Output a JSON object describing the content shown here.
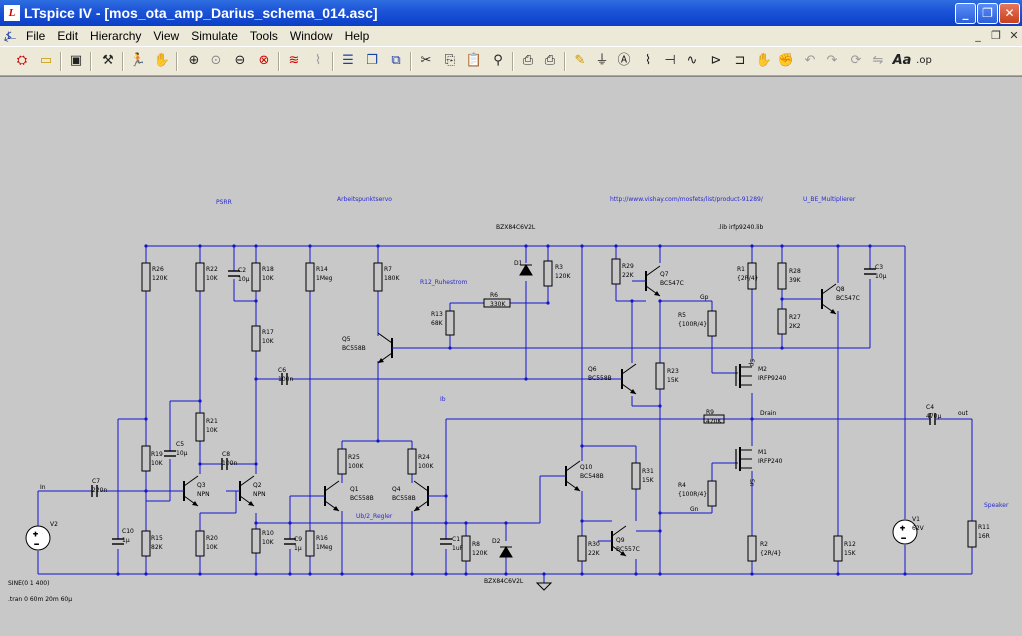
{
  "window": {
    "title": "LTspice IV - [mos_ota_amp_Darius_schema_014.asc]",
    "minimize": "_",
    "maximize": "❐",
    "close": "✕"
  },
  "menu": [
    "File",
    "Edit",
    "Hierarchy",
    "View",
    "Simulate",
    "Tools",
    "Window",
    "Help"
  ],
  "mdi_controls": [
    "_",
    "❐",
    "✕"
  ],
  "toolbar_icons": [
    "open-icon",
    "folder-icon",
    "save-icon",
    "hammer-icon",
    "run-icon",
    "halt-icon",
    "zoom-in-icon",
    "zoom-pan-icon",
    "zoom-out-icon",
    "zoom-cancel-icon",
    "autorange-icon",
    "wire-wave-icon",
    "tile-horizontal-icon",
    "cascade-icon",
    "tile-icon",
    "cut-icon",
    "copy-icon",
    "paste-icon",
    "find-icon",
    "print-preview-icon",
    "print-icon",
    "pencil-icon",
    "ground-icon",
    "label-icon",
    "resistor-icon",
    "capacitor-icon",
    "inductor-icon",
    "diode-icon",
    "component-icon",
    "move-icon",
    "drag-icon",
    "undo-icon",
    "redo-icon",
    "rotate-icon",
    "mirror-icon",
    "text-icon",
    "spice-icon"
  ],
  "schematic": {
    "comments": {
      "psrr": "PSRR",
      "arbeitspunkt": "Arbeitspunktservo",
      "url": "http://www.vishay.com/mosfets/list/product-91289/",
      "ube": "U_BE_Multiplierer",
      "bzx_top": "BZX84C6V2L",
      "lib": ".lib irfp9240.lib",
      "ruhe": "R12_Ruhestrom",
      "regler": "Ub/2_Regler",
      "bzx_bottom": "BZX84C6V2L",
      "sine": "SINE(0 1 400)",
      "tran": ".tran 0 60m 20m 60μ",
      "ib": "Ib"
    },
    "components": {
      "R26": [
        "R26",
        "120K"
      ],
      "R22": [
        "R22",
        "10K"
      ],
      "C2": [
        "C2",
        "10μ"
      ],
      "R18": [
        "R18",
        "10K"
      ],
      "R14": [
        "R14",
        "1Meg"
      ],
      "R7": [
        "R7",
        "180K"
      ],
      "R17": [
        "R17",
        "10K"
      ],
      "C6": [
        "C6",
        "100n"
      ],
      "R13": [
        "R13",
        "68K"
      ],
      "R6": [
        "R6",
        "330K"
      ],
      "D1": [
        "D1",
        ""
      ],
      "R3": [
        "R3",
        "120K"
      ],
      "Q5": [
        "Q5",
        "BC558B"
      ],
      "R29": [
        "R29",
        "22K"
      ],
      "Q7": [
        "Q7",
        "BC547C"
      ],
      "R1": [
        "R1",
        "{2R/4}"
      ],
      "R28": [
        "R28",
        "39K"
      ],
      "R27": [
        "R27",
        "2K2"
      ],
      "Q8": [
        "Q8",
        "BC547C"
      ],
      "C3": [
        "C3",
        "10μ"
      ],
      "R5": [
        "R5",
        "{100R/4}"
      ],
      "R23": [
        "R23",
        "15K"
      ],
      "Q6": [
        "Q6",
        "BC558B"
      ],
      "M2": [
        "M2",
        "IRFP9240"
      ],
      "R9": [
        "R9",
        "470K"
      ],
      "C4": [
        "C4",
        "470μ"
      ],
      "R21": [
        "R21",
        "10K"
      ],
      "C5": [
        "C5",
        "10μ"
      ],
      "C8": [
        "C8",
        "100n"
      ],
      "R19": [
        "R19",
        "10K"
      ],
      "C7": [
        "C7",
        "220n"
      ],
      "Q3": [
        "Q3",
        "NPN"
      ],
      "Q2": [
        "Q2",
        "NPN"
      ],
      "R25": [
        "R25",
        "100K"
      ],
      "R24": [
        "R24",
        "100K"
      ],
      "Q1": [
        "Q1",
        "BC558B"
      ],
      "Q4": [
        "Q4",
        "BC558B"
      ],
      "Q10": [
        "Q10",
        "BC548B"
      ],
      "R31": [
        "R31",
        "15K"
      ],
      "M1": [
        "M1",
        "IRFP240"
      ],
      "R4": [
        "R4",
        "{100R/4}"
      ],
      "V2": [
        "V2",
        ""
      ],
      "C10": [
        "C10",
        "1μ"
      ],
      "R15": [
        "R15",
        "82K"
      ],
      "R20": [
        "R20",
        "10K"
      ],
      "R10": [
        "R10",
        "10K"
      ],
      "C9": [
        "C9",
        "1μ"
      ],
      "R16": [
        "R16",
        "1Meg"
      ],
      "C1": [
        "C1",
        "1uF"
      ],
      "R8": [
        "R8",
        "120K"
      ],
      "D2": [
        "D2",
        ""
      ],
      "R30": [
        "R30",
        "22K"
      ],
      "Q9": [
        "Q9",
        "BC557C"
      ],
      "R2": [
        "R2",
        "{2R/4}"
      ],
      "R12": [
        "R12",
        "15K"
      ],
      "V1": [
        "V1",
        "62V"
      ],
      "R11": [
        "R11",
        "16R"
      ]
    },
    "nets": {
      "in": "In",
      "out": "out",
      "drain": "Drain",
      "gp": "Gp",
      "gn": "Gn",
      "sp": "Sp",
      "sn": "Sn"
    }
  }
}
